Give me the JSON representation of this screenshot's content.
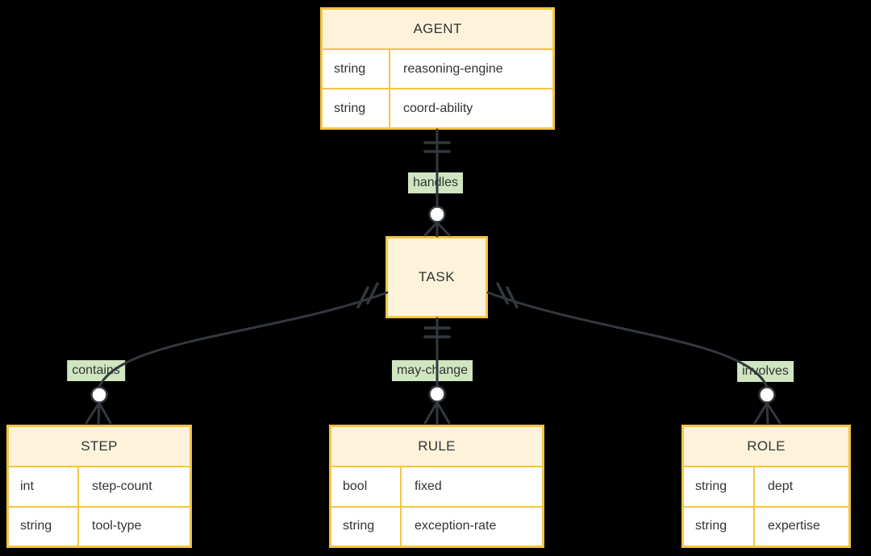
{
  "diagram": {
    "kind": "entity-relationship-diagram",
    "background_color": "#000000",
    "colors": {
      "entity_border": "#f5c543",
      "entity_header_fill": "#fcf3da",
      "entity_row_fill": "#ffffff",
      "relationship_label_bg": "#cfe6c1",
      "line_color": "#33383e",
      "text_color": "#333333"
    },
    "entities": {
      "agent": {
        "name": "AGENT",
        "rows": [
          {
            "type": "string",
            "attr": "reasoning-engine"
          },
          {
            "type": "string",
            "attr": "coord-ability"
          }
        ]
      },
      "task": {
        "name": "TASK",
        "rows": []
      },
      "step": {
        "name": "STEP",
        "rows": [
          {
            "type": "int",
            "attr": "step-count"
          },
          {
            "type": "string",
            "attr": "tool-type"
          }
        ]
      },
      "rule": {
        "name": "RULE",
        "rows": [
          {
            "type": "bool",
            "attr": "fixed"
          },
          {
            "type": "string",
            "attr": "exception-rate"
          }
        ]
      },
      "role": {
        "name": "ROLE",
        "rows": [
          {
            "type": "string",
            "attr": "dept"
          },
          {
            "type": "string",
            "attr": "expertise"
          }
        ]
      }
    },
    "relationships": [
      {
        "label": "handles",
        "from": "AGENT",
        "to": "TASK",
        "from_cardinality": "exactly-one",
        "to_cardinality": "zero-or-many"
      },
      {
        "label": "contains",
        "from": "TASK",
        "to": "STEP",
        "from_cardinality": "exactly-one",
        "to_cardinality": "zero-or-many"
      },
      {
        "label": "may-change",
        "from": "TASK",
        "to": "RULE",
        "from_cardinality": "exactly-one",
        "to_cardinality": "zero-or-many"
      },
      {
        "label": "involves",
        "from": "TASK",
        "to": "ROLE",
        "from_cardinality": "exactly-one",
        "to_cardinality": "zero-or-many"
      }
    ]
  }
}
